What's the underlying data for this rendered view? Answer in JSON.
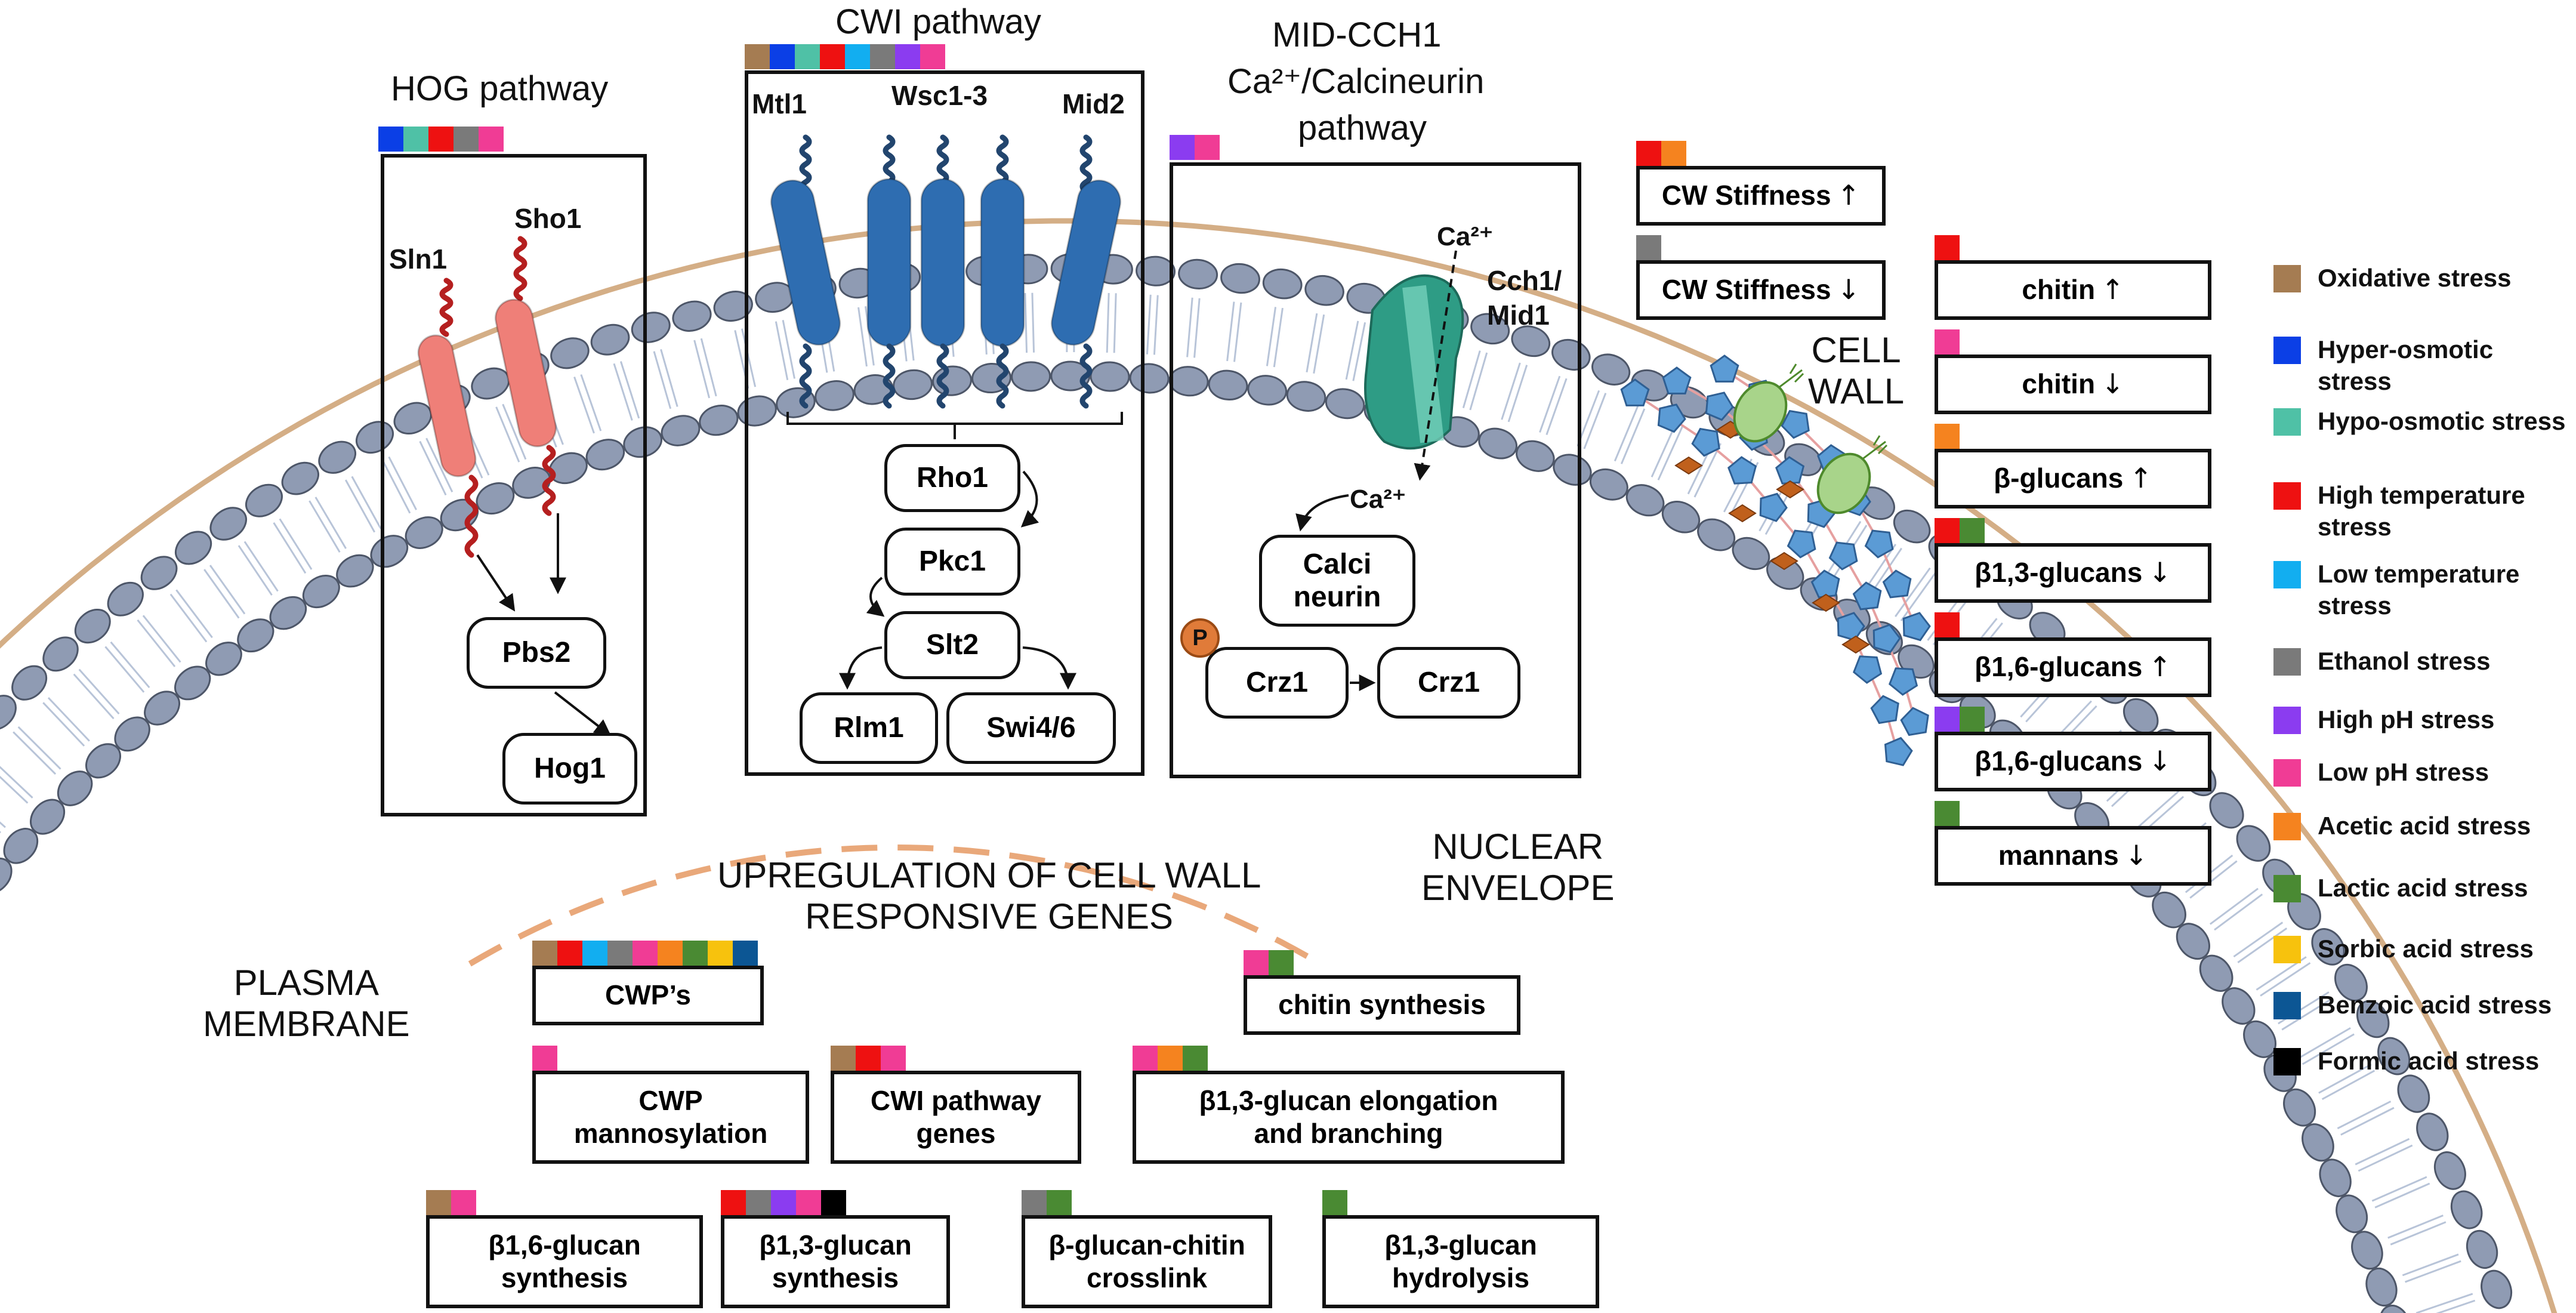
{
  "colors": {
    "oxidative": "#a57c52",
    "hyper_osmotic": "#0b3fe6",
    "hypo_osmotic": "#4fc1a6",
    "high_temp": "#ee1111",
    "low_temp": "#12aef0",
    "ethanol": "#7a7a7a",
    "high_ph": "#8b3cf0",
    "low_ph": "#f03c95",
    "acetic": "#f5831f",
    "lactic": "#4a8a33",
    "sorbic": "#f7c20d",
    "benzoic": "#0c5694",
    "formic": "#000000",
    "membrane_head": "#8f9bb3",
    "membrane_outline": "#4d5668",
    "cell_wall_line": "#d4ae86",
    "receptor_blue": "#2e6db1",
    "receptor_red": "#ef7f78",
    "channel_green": "#2e9c85"
  },
  "titles": {
    "hog": "HOG pathway",
    "cwi": "CWI pathway",
    "mid_line1": "MID-CCH1",
    "mid_line2": "Ca²⁺/Calcineurin",
    "mid_line3": "pathway",
    "cell_wall": "CELL\nWALL",
    "nuclear": "NUCLEAR\nENVELOPE",
    "plasma": "PLASMA\nMEMBRANE",
    "upregulation": "UPREGULATION OF CELL WALL\nRESPONSIVE GENES"
  },
  "hog": {
    "sln1": "Sln1",
    "sho1": "Sho1",
    "pbs2": "Pbs2",
    "hog1": "Hog1",
    "stresses": [
      "hyper_osmotic",
      "hypo_osmotic",
      "high_temp",
      "ethanol",
      "low_ph"
    ]
  },
  "cwi": {
    "mtl1": "Mtl1",
    "wsc": "Wsc1-3",
    "mid2": "Mid2",
    "rho1": "Rho1",
    "pkc1": "Pkc1",
    "slt2": "Slt2",
    "rlm1": "Rlm1",
    "swi": "Swi4/6",
    "stresses": [
      "oxidative",
      "hyper_osmotic",
      "hypo_osmotic",
      "high_temp",
      "low_temp",
      "ethanol",
      "high_ph",
      "low_ph"
    ]
  },
  "mid": {
    "ca_top": "Ca²⁺",
    "cch1": "Cch1/\nMid1",
    "ca_bottom": "Ca²⁺",
    "calcineurin": "Calci\nneurin",
    "p": "P",
    "crz1_a": "Crz1",
    "crz1_b": "Crz1",
    "stresses": [
      "high_ph",
      "low_ph"
    ]
  },
  "cell_wall_effects": [
    {
      "label": "CW Stiffness",
      "arrow": "↑",
      "stresses": [
        "high_temp",
        "acetic"
      ]
    },
    {
      "label": "CW Stiffness",
      "arrow": "↓",
      "stresses": [
        "ethanol"
      ]
    },
    {
      "label": "chitin",
      "arrow": "↑",
      "stresses": [
        "high_temp"
      ]
    },
    {
      "label": "chitin",
      "arrow": "↓",
      "stresses": [
        "low_ph"
      ]
    },
    {
      "label": "β-glucans",
      "arrow": "↑",
      "stresses": [
        "acetic"
      ]
    },
    {
      "label": "β1,3-glucans",
      "arrow": "↓",
      "stresses": [
        "high_temp",
        "lactic"
      ]
    },
    {
      "label": "β1,6-glucans",
      "arrow": "↑",
      "stresses": [
        "high_temp"
      ]
    },
    {
      "label": "β1,6-glucans",
      "arrow": "↓",
      "stresses": [
        "high_ph",
        "lactic"
      ]
    },
    {
      "label": "mannans",
      "arrow": "↓",
      "stresses": [
        "lactic"
      ]
    }
  ],
  "genes": [
    {
      "label": "CWP’s",
      "stresses": [
        "oxidative",
        "high_temp",
        "low_temp",
        "ethanol",
        "low_ph",
        "acetic",
        "lactic",
        "sorbic",
        "benzoic"
      ]
    },
    {
      "label": "chitin synthesis",
      "stresses": [
        "low_ph",
        "lactic"
      ]
    },
    {
      "label": "CWP\nmannosylation",
      "stresses": [
        "low_ph"
      ]
    },
    {
      "label": "CWI pathway\ngenes",
      "stresses": [
        "oxidative",
        "high_temp",
        "low_ph"
      ]
    },
    {
      "label": "β1,3-glucan elongation\nand branching",
      "stresses": [
        "low_ph",
        "acetic",
        "lactic"
      ]
    },
    {
      "label": "β1,6-glucan\nsynthesis",
      "stresses": [
        "oxidative",
        "low_ph"
      ]
    },
    {
      "label": "β1,3-glucan\nsynthesis",
      "stresses": [
        "high_temp",
        "ethanol",
        "high_ph",
        "low_ph",
        "formic"
      ]
    },
    {
      "label": "β-glucan-chitin\ncrosslink",
      "stresses": [
        "ethanol",
        "lactic"
      ]
    },
    {
      "label": "β1,3-glucan\nhydrolysis",
      "stresses": [
        "lactic"
      ]
    }
  ],
  "legend": [
    {
      "key": "oxidative",
      "label": "Oxidative stress"
    },
    {
      "key": "hyper_osmotic",
      "label": "Hyper-osmotic stress"
    },
    {
      "key": "hypo_osmotic",
      "label": "Hypo-osmotic stress"
    },
    {
      "key": "high_temp",
      "label": "High temperature stress"
    },
    {
      "key": "low_temp",
      "label": "Low temperature stress"
    },
    {
      "key": "ethanol",
      "label": "Ethanol stress"
    },
    {
      "key": "high_ph",
      "label": "High pH stress"
    },
    {
      "key": "low_ph",
      "label": "Low pH stress"
    },
    {
      "key": "acetic",
      "label": "Acetic acid stress"
    },
    {
      "key": "lactic",
      "label": "Lactic acid stress"
    },
    {
      "key": "sorbic",
      "label": "Sorbic acid stress"
    },
    {
      "key": "benzoic",
      "label": "Benzoic acid stress"
    },
    {
      "key": "formic",
      "label": "Formic acid stress"
    }
  ]
}
